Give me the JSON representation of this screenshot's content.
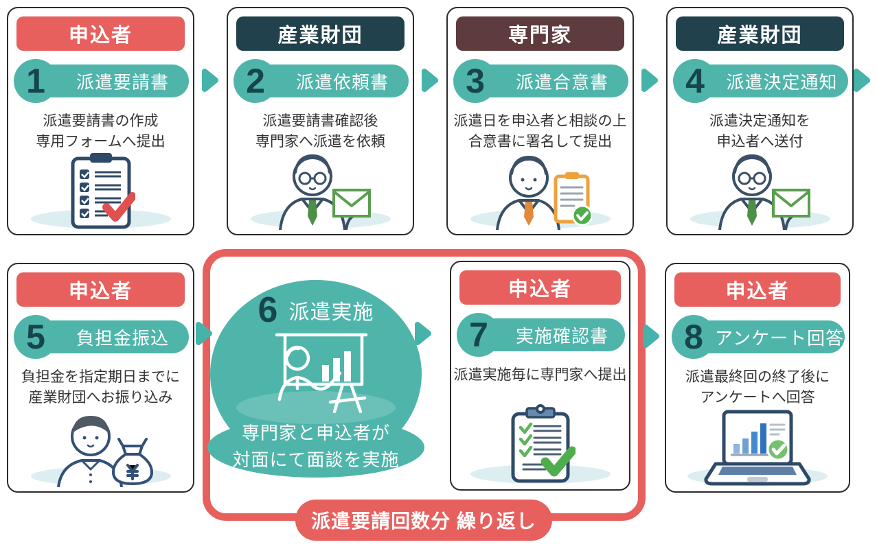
{
  "palette": {
    "accent_red": "#E8605E",
    "dark_teal": "#21414C",
    "brown": "#5E3B3D",
    "teal": "#4FB5AB",
    "arrow_teal": "#45B3A9",
    "number_color": "#17454E",
    "icon_navy": "#2F4A68",
    "icon_green": "#5A9E4F",
    "check_green": "#4FAE4B",
    "icon_orange": "#EDA23F",
    "shadow_blue": "#DDEEF1",
    "body_text": "#333333"
  },
  "steps": [
    {
      "actor": "申込者",
      "actor_color": "#E8605E",
      "number": "1",
      "title": "派遣要請書",
      "desc1": "派遣要請書の作成",
      "desc2": "専用フォームへ提出",
      "icon": "checklist-check-icon"
    },
    {
      "actor": "産業財団",
      "actor_color": "#21414C",
      "number": "2",
      "title": "派遣依頼書",
      "desc1": "派遣要請書確認後",
      "desc2": "専門家へ派遣を依頼",
      "icon": "person-envelope-icon"
    },
    {
      "actor": "専門家",
      "actor_color": "#5E3B3D",
      "number": "3",
      "title": "派遣合意書",
      "desc1": "派遣日を申込者と相談の上",
      "desc2": "合意書に署名して提出",
      "icon": "person-agreement-icon"
    },
    {
      "actor": "産業財団",
      "actor_color": "#21414C",
      "number": "4",
      "title": "派遣決定通知",
      "desc1": "派遣決定通知を",
      "desc2": "申込者へ送付",
      "icon": "person-envelope-icon"
    },
    {
      "actor": "申込者",
      "actor_color": "#E8605E",
      "number": "5",
      "title": "負担金振込",
      "desc1": "負担金を指定期日までに",
      "desc2": "産業財団へお振り込み",
      "icon": "person-moneybag-icon"
    },
    {
      "number": "6",
      "title": "派遣実施",
      "desc1": "専門家と申込者が",
      "desc2": "対面にて面談を実施",
      "icon": "presentation-icon"
    },
    {
      "actor": "申込者",
      "actor_color": "#E8605E",
      "number": "7",
      "title": "実施確認書",
      "desc1": "派遣実施毎に専門家へ提出",
      "desc2": "",
      "icon": "checklist-green-icon"
    },
    {
      "actor": "申込者",
      "actor_color": "#E8605E",
      "number": "8",
      "title": "アンケート回答",
      "desc1": "派遣最終回の終了後に",
      "desc2": "アンケートへ回答",
      "icon": "laptop-chart-icon"
    }
  ],
  "loop": {
    "label": "派遣要請回数分 繰り返し"
  }
}
